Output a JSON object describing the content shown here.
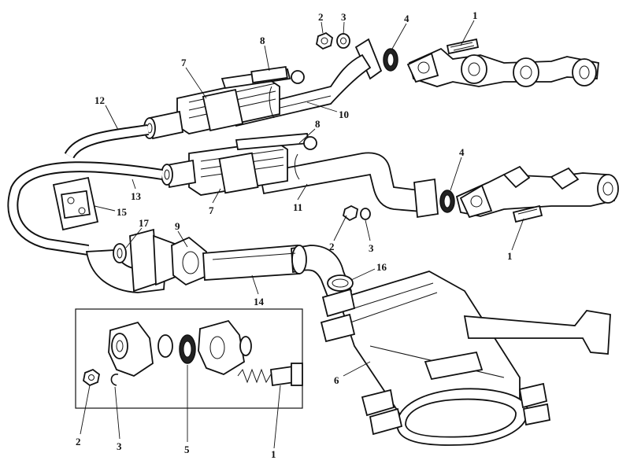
{
  "callouts": [
    {
      "id": "c1a",
      "text": "1"
    },
    {
      "id": "c2a",
      "text": "2"
    },
    {
      "id": "c3a",
      "text": "3"
    },
    {
      "id": "c4a",
      "text": "4"
    },
    {
      "id": "c7a",
      "text": "7"
    },
    {
      "id": "c8a",
      "text": "8"
    },
    {
      "id": "c10",
      "text": "10"
    },
    {
      "id": "c12",
      "text": "12"
    },
    {
      "id": "c8b",
      "text": "8"
    },
    {
      "id": "c4b",
      "text": "4"
    },
    {
      "id": "c13",
      "text": "13"
    },
    {
      "id": "c7b",
      "text": "7"
    },
    {
      "id": "c11",
      "text": "11"
    },
    {
      "id": "c15",
      "text": "15"
    },
    {
      "id": "c2b",
      "text": "2"
    },
    {
      "id": "c3b",
      "text": "3"
    },
    {
      "id": "c17",
      "text": "17"
    },
    {
      "id": "c9",
      "text": "9"
    },
    {
      "id": "c1b",
      "text": "1"
    },
    {
      "id": "c16",
      "text": "16"
    },
    {
      "id": "c14",
      "text": "14"
    },
    {
      "id": "c6",
      "text": "6"
    },
    {
      "id": "c2c",
      "text": "2"
    },
    {
      "id": "c3c",
      "text": "3"
    },
    {
      "id": "c5",
      "text": "5"
    },
    {
      "id": "c1c",
      "text": "1"
    }
  ]
}
